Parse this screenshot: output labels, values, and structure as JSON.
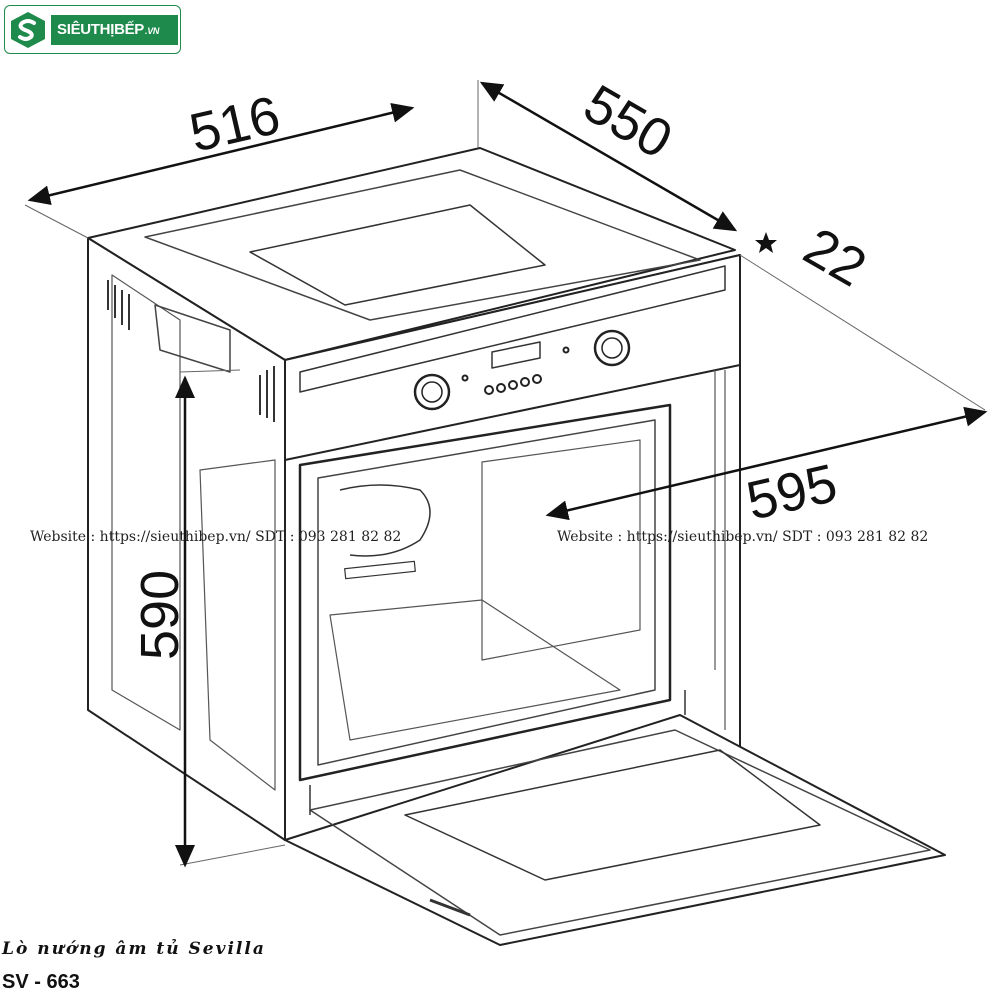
{
  "brand": {
    "name": "SIÊUTHỊBẾP",
    "tld": ".VN",
    "color": "#1e8a4c",
    "icon": "s-logo-icon"
  },
  "dimensions": {
    "width": "595",
    "height": "590",
    "depth_top": "550",
    "depth_side": "516",
    "panel_thickness": "22"
  },
  "watermark": {
    "text": "Website : https://sieuthibep.vn/   SDT : 093 281 82 82"
  },
  "product": {
    "name": "Lò nướng âm tủ Sevilla",
    "code": "SV - 663"
  }
}
